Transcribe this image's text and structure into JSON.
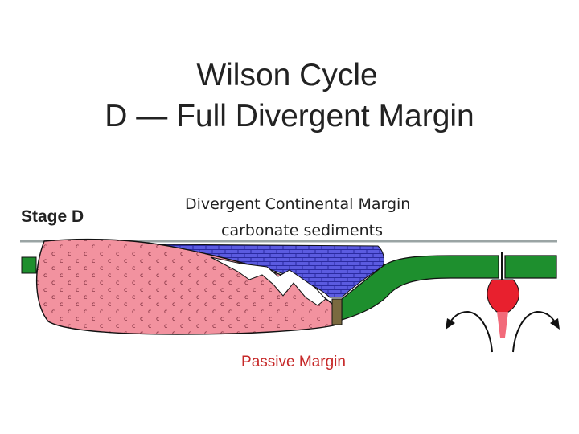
{
  "title": {
    "line1": "Wilson Cycle",
    "line2": "D — Full Divergent Margin"
  },
  "diagram": {
    "stage_label": "Stage D",
    "label_line1": "Divergent Continental Margin",
    "label_line2": "carbonate sediments",
    "colors": {
      "continental_crust": "#f2929f",
      "oceanic_crust": "#1e8f2e",
      "carbonate": "#5b5be0",
      "magma": "#e8202e",
      "sea_level": "#9aa4a4"
    }
  },
  "caption": "Passive Margin"
}
